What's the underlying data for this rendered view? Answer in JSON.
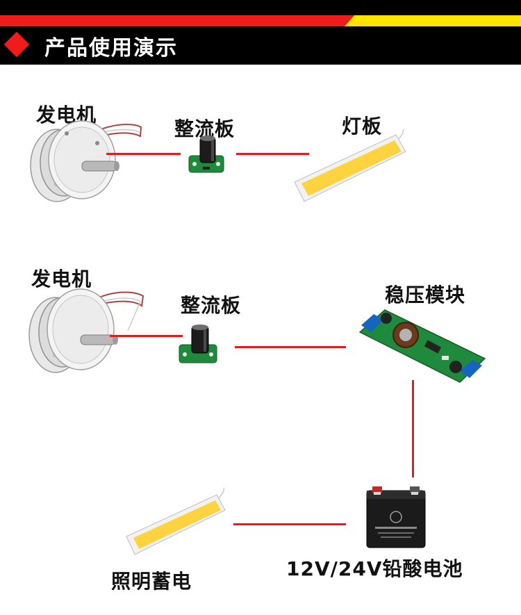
{
  "header": {
    "title": "产品使用演示",
    "accent_red": "#ef1c1c",
    "accent_yellow": "#ffe500"
  },
  "diagram1": {
    "generator_label": "发电机",
    "rectifier_label": "整流板",
    "lamp_label": "灯板"
  },
  "diagram2": {
    "generator_label": "发电机",
    "rectifier_label": "整流板",
    "regulator_label": "稳压模块",
    "battery_label": "12V/24V铅酸电池",
    "lighting_label": "照明蓄电"
  },
  "colors": {
    "wire": "#e21b1b",
    "lamp_fill": "#ffd23f",
    "pcb_green": "#1f8a3b"
  },
  "icons": [
    "generator-icon",
    "rectifier-board-icon",
    "led-panel-icon",
    "voltage-regulator-icon",
    "battery-icon"
  ]
}
